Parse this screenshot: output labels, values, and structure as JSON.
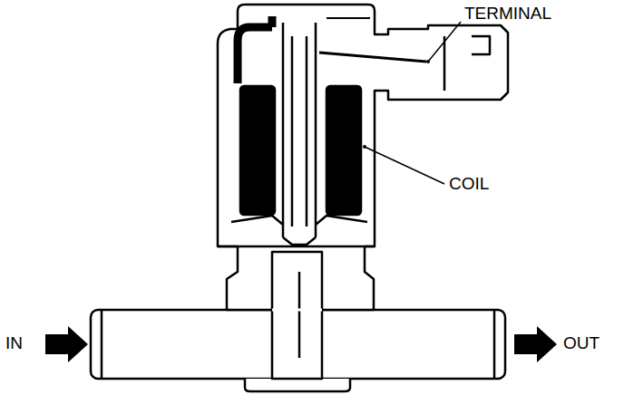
{
  "diagram": {
    "labels": [
      "TERMINAL",
      "COIL",
      "IN",
      "OUT"
    ]
  }
}
